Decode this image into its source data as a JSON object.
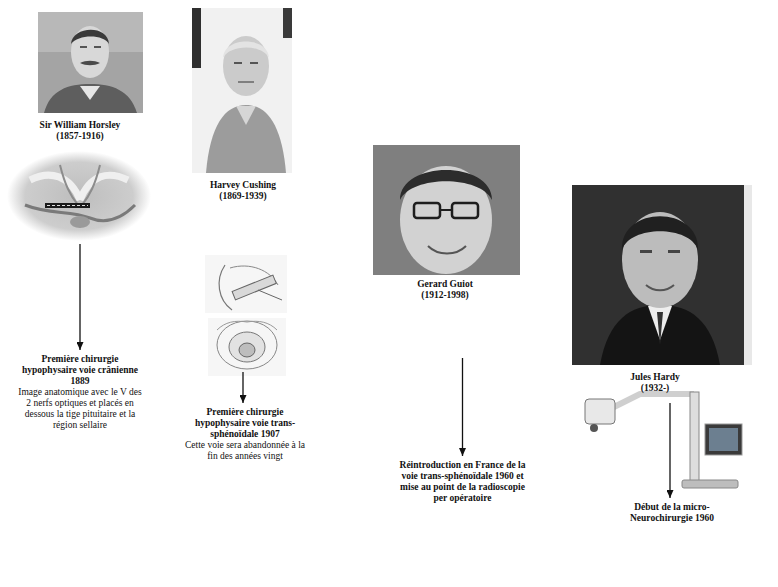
{
  "diagram": {
    "nodes": [
      {
        "text": [
          "Sir William Horsley",
          "(1857-1916)"
        ]
      },
      {
        "text": [
          "Harvey Cushing",
          "(1869-1939)"
        ]
      },
      {
        "text": [
          "Gerard Guiot",
          "(1912-1998)"
        ]
      },
      {
        "text": [
          "Jules Hardy",
          "(1932-)"
        ]
      },
      {
        "text": [
          "Première chirurgie hypophysaire voie crânienne 1889",
          "Image anatomique avec le V des 2 nerfs optiques et placés en dessous la tige pituitaire et la région sellaire"
        ]
      },
      {
        "text": [
          "Première chirurgie hypophysaire voie trans-sphénoïdale 1907",
          "Cette voie sera abandonnée à la fin des années vingt"
        ]
      },
      {
        "text": [
          "Réintroduction en France de la voie trans-sphénoïdale 1960 et mise au point de la radioscopie per opératoire"
        ]
      },
      {
        "text": [
          "Début de la micro-Neurochirurgie 1960"
        ]
      }
    ],
    "edges": [
      {
        "from": 0,
        "to": 4,
        "arrow": "to"
      },
      {
        "from": 1,
        "to": 5,
        "arrow": "to"
      },
      {
        "from": 2,
        "to": 6,
        "arrow": "to"
      },
      {
        "from": 3,
        "to": 7,
        "arrow": "to"
      }
    ]
  }
}
